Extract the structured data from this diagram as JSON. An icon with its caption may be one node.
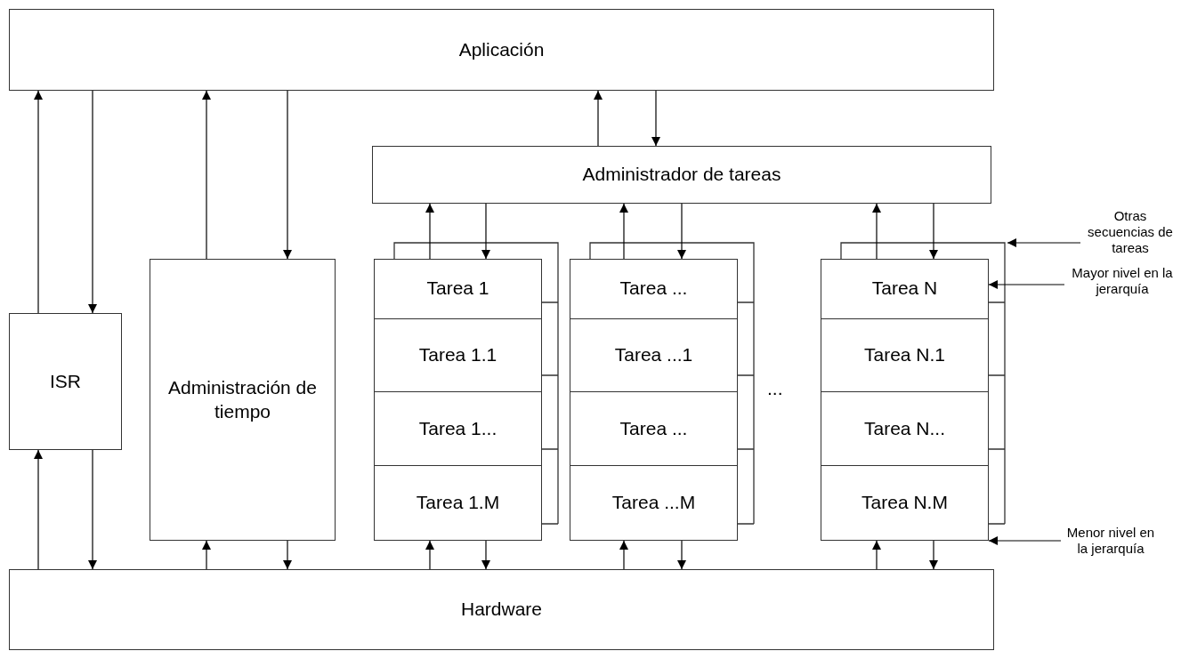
{
  "diagram": {
    "nodes": [
      {
        "text": [
          "Aplicación"
        ]
      },
      {
        "text": [
          "Administrador de tareas"
        ]
      },
      {
        "text": [
          "ISR"
        ]
      },
      {
        "text": [
          "Administración de tiempo"
        ]
      },
      {
        "text": [],
        "shape": "box"
      },
      {
        "text": [
          "Tarea 1"
        ],
        "in": 4
      },
      {
        "text": [
          "Tarea 1.1"
        ],
        "in": 4
      },
      {
        "text": [
          "Tarea 1..."
        ],
        "in": 4
      },
      {
        "text": [
          "Tarea 1.M"
        ],
        "in": 4
      },
      {
        "text": [],
        "shape": "box"
      },
      {
        "text": [
          "Tarea ..."
        ],
        "in": 9
      },
      {
        "text": [
          "Tarea ...1"
        ],
        "in": 9
      },
      {
        "text": [
          "Tarea ..."
        ],
        "in": 9
      },
      {
        "text": [
          "Tarea ...M"
        ],
        "in": 9
      },
      {
        "text": [],
        "shape": "box"
      },
      {
        "text": [
          "Tarea N"
        ],
        "in": 14
      },
      {
        "text": [
          "Tarea N.1"
        ],
        "in": 14
      },
      {
        "text": [
          "Tarea N..."
        ],
        "in": 14
      },
      {
        "text": [
          "Tarea N.M"
        ],
        "in": 14
      },
      {
        "text": [
          "Hardware"
        ]
      },
      {
        "text": [
          "Otras secuencias de tareas"
        ]
      },
      {
        "text": [
          "Mayor nivel en la jerarquía"
        ]
      },
      {
        "text": [
          "Menor nivel en la jerarquía"
        ]
      }
    ],
    "edges": [
      {
        "from": 2,
        "to": 0,
        "arrow": "to"
      },
      {
        "from": 0,
        "to": 2,
        "arrow": "to"
      },
      {
        "from": 3,
        "to": 0,
        "arrow": "to"
      },
      {
        "from": 0,
        "to": 3,
        "arrow": "to"
      },
      {
        "from": 1,
        "to": 0,
        "arrow": "to"
      },
      {
        "from": 0,
        "to": 1,
        "arrow": "to"
      },
      {
        "from": 4,
        "to": 1,
        "arrow": "to"
      },
      {
        "from": 1,
        "to": 4,
        "arrow": "to"
      },
      {
        "from": 9,
        "to": 1,
        "arrow": "to"
      },
      {
        "from": 1,
        "to": 9,
        "arrow": "to"
      },
      {
        "from": 14,
        "to": 1,
        "arrow": "to"
      },
      {
        "from": 1,
        "to": 14,
        "arrow": "to"
      },
      {
        "from": 19,
        "to": 2,
        "arrow": "to"
      },
      {
        "from": 2,
        "to": 19,
        "arrow": "to"
      },
      {
        "from": 19,
        "to": 3,
        "arrow": "to"
      },
      {
        "from": 3,
        "to": 19,
        "arrow": "to"
      },
      {
        "from": 19,
        "to": 4,
        "arrow": "to"
      },
      {
        "from": 4,
        "to": 19,
        "arrow": "to"
      },
      {
        "from": 19,
        "to": 9,
        "arrow": "to"
      },
      {
        "from": 9,
        "to": 19,
        "arrow": "to"
      },
      {
        "from": 19,
        "to": 14,
        "arrow": "to"
      },
      {
        "from": 14,
        "to": 19,
        "arrow": "to"
      },
      {
        "from": 20,
        "to": 14,
        "arrow": "to"
      },
      {
        "from": 21,
        "to": 15,
        "arrow": "to"
      },
      {
        "from": 22,
        "to": 14,
        "arrow": "to"
      }
    ],
    "labels": [
      "..."
    ]
  }
}
